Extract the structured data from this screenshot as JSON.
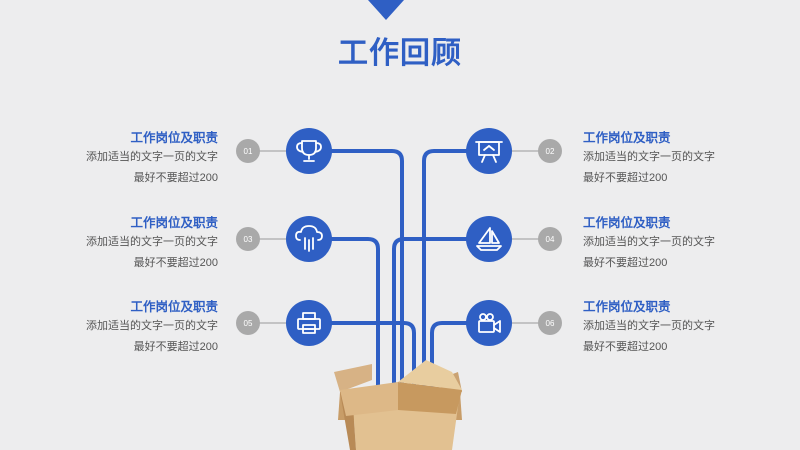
{
  "title": "工作回顾",
  "colors": {
    "accent": "#2f5fc4",
    "number_badge": "#a9a9a9",
    "background": "#ededee"
  },
  "items": [
    {
      "side": "left",
      "num": "01",
      "icon": "trophy-icon",
      "heading": "工作岗位及职责",
      "desc1": "添加适当的文字一页的文字",
      "desc2": "最好不要超过200"
    },
    {
      "side": "right",
      "num": "02",
      "icon": "presentation-board-icon",
      "heading": "工作岗位及职责",
      "desc1": "添加适当的文字一页的文字",
      "desc2": "最好不要超过200"
    },
    {
      "side": "left",
      "num": "03",
      "icon": "cloud-icon",
      "heading": "工作岗位及职责",
      "desc1": "添加适当的文字一页的文字",
      "desc2": "最好不要超过200"
    },
    {
      "side": "right",
      "num": "04",
      "icon": "sailboat-icon",
      "heading": "工作岗位及职责",
      "desc1": "添加适当的文字一页的文字",
      "desc2": "最好不要超过200"
    },
    {
      "side": "left",
      "num": "05",
      "icon": "printer-icon",
      "heading": "工作岗位及职责",
      "desc1": "添加适当的文字一页的文字",
      "desc2": "最好不要超过200"
    },
    {
      "side": "right",
      "num": "06",
      "icon": "video-camera-icon",
      "heading": "工作岗位及职责",
      "desc1": "添加适当的文字一页的文字",
      "desc2": "最好不要超过200"
    }
  ]
}
